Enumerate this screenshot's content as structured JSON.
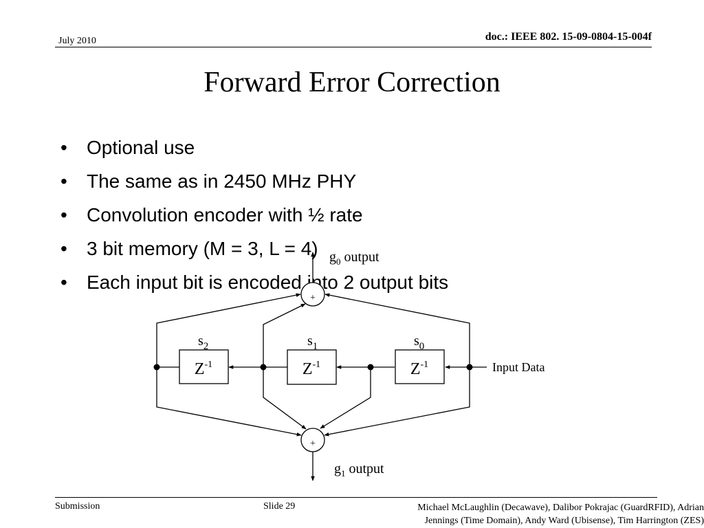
{
  "header": {
    "date": "July 2010",
    "doc_id": "doc.: IEEE 802. 15-09-0804-15-004f"
  },
  "slide": {
    "title": "Forward Error Correction",
    "bullets": [
      "Optional use",
      "The same as in 2450 MHz PHY",
      "Convolution encoder with ½ rate",
      "3 bit memory (M = 3, L = 4)",
      "Each input bit is encoded into 2 output bits"
    ]
  },
  "diagram": {
    "registers": [
      {
        "state": "s",
        "state_sub": "2",
        "op": "Z",
        "op_sup": "-1"
      },
      {
        "state": "s",
        "state_sub": "1",
        "op": "Z",
        "op_sup": "-1"
      },
      {
        "state": "s",
        "state_sub": "0",
        "op": "Z",
        "op_sup": "-1"
      }
    ],
    "adder_symbol": "+",
    "input_label": "Input Data",
    "g0_label": "g",
    "g0_sub": "0",
    "g0_suffix": " output",
    "g1_label": "g",
    "g1_sub": "1",
    "g1_suffix": " output"
  },
  "footer": {
    "left": "Submission",
    "slide_number": "Slide 29",
    "authors_line1": "Michael McLaughlin (Decawave), Dalibor Pokrajac (GuardRFID), Adrian",
    "authors_line2": "Jennings (Time Domain), Andy Ward (Ubisense), Tim Harrington (ZES)"
  }
}
